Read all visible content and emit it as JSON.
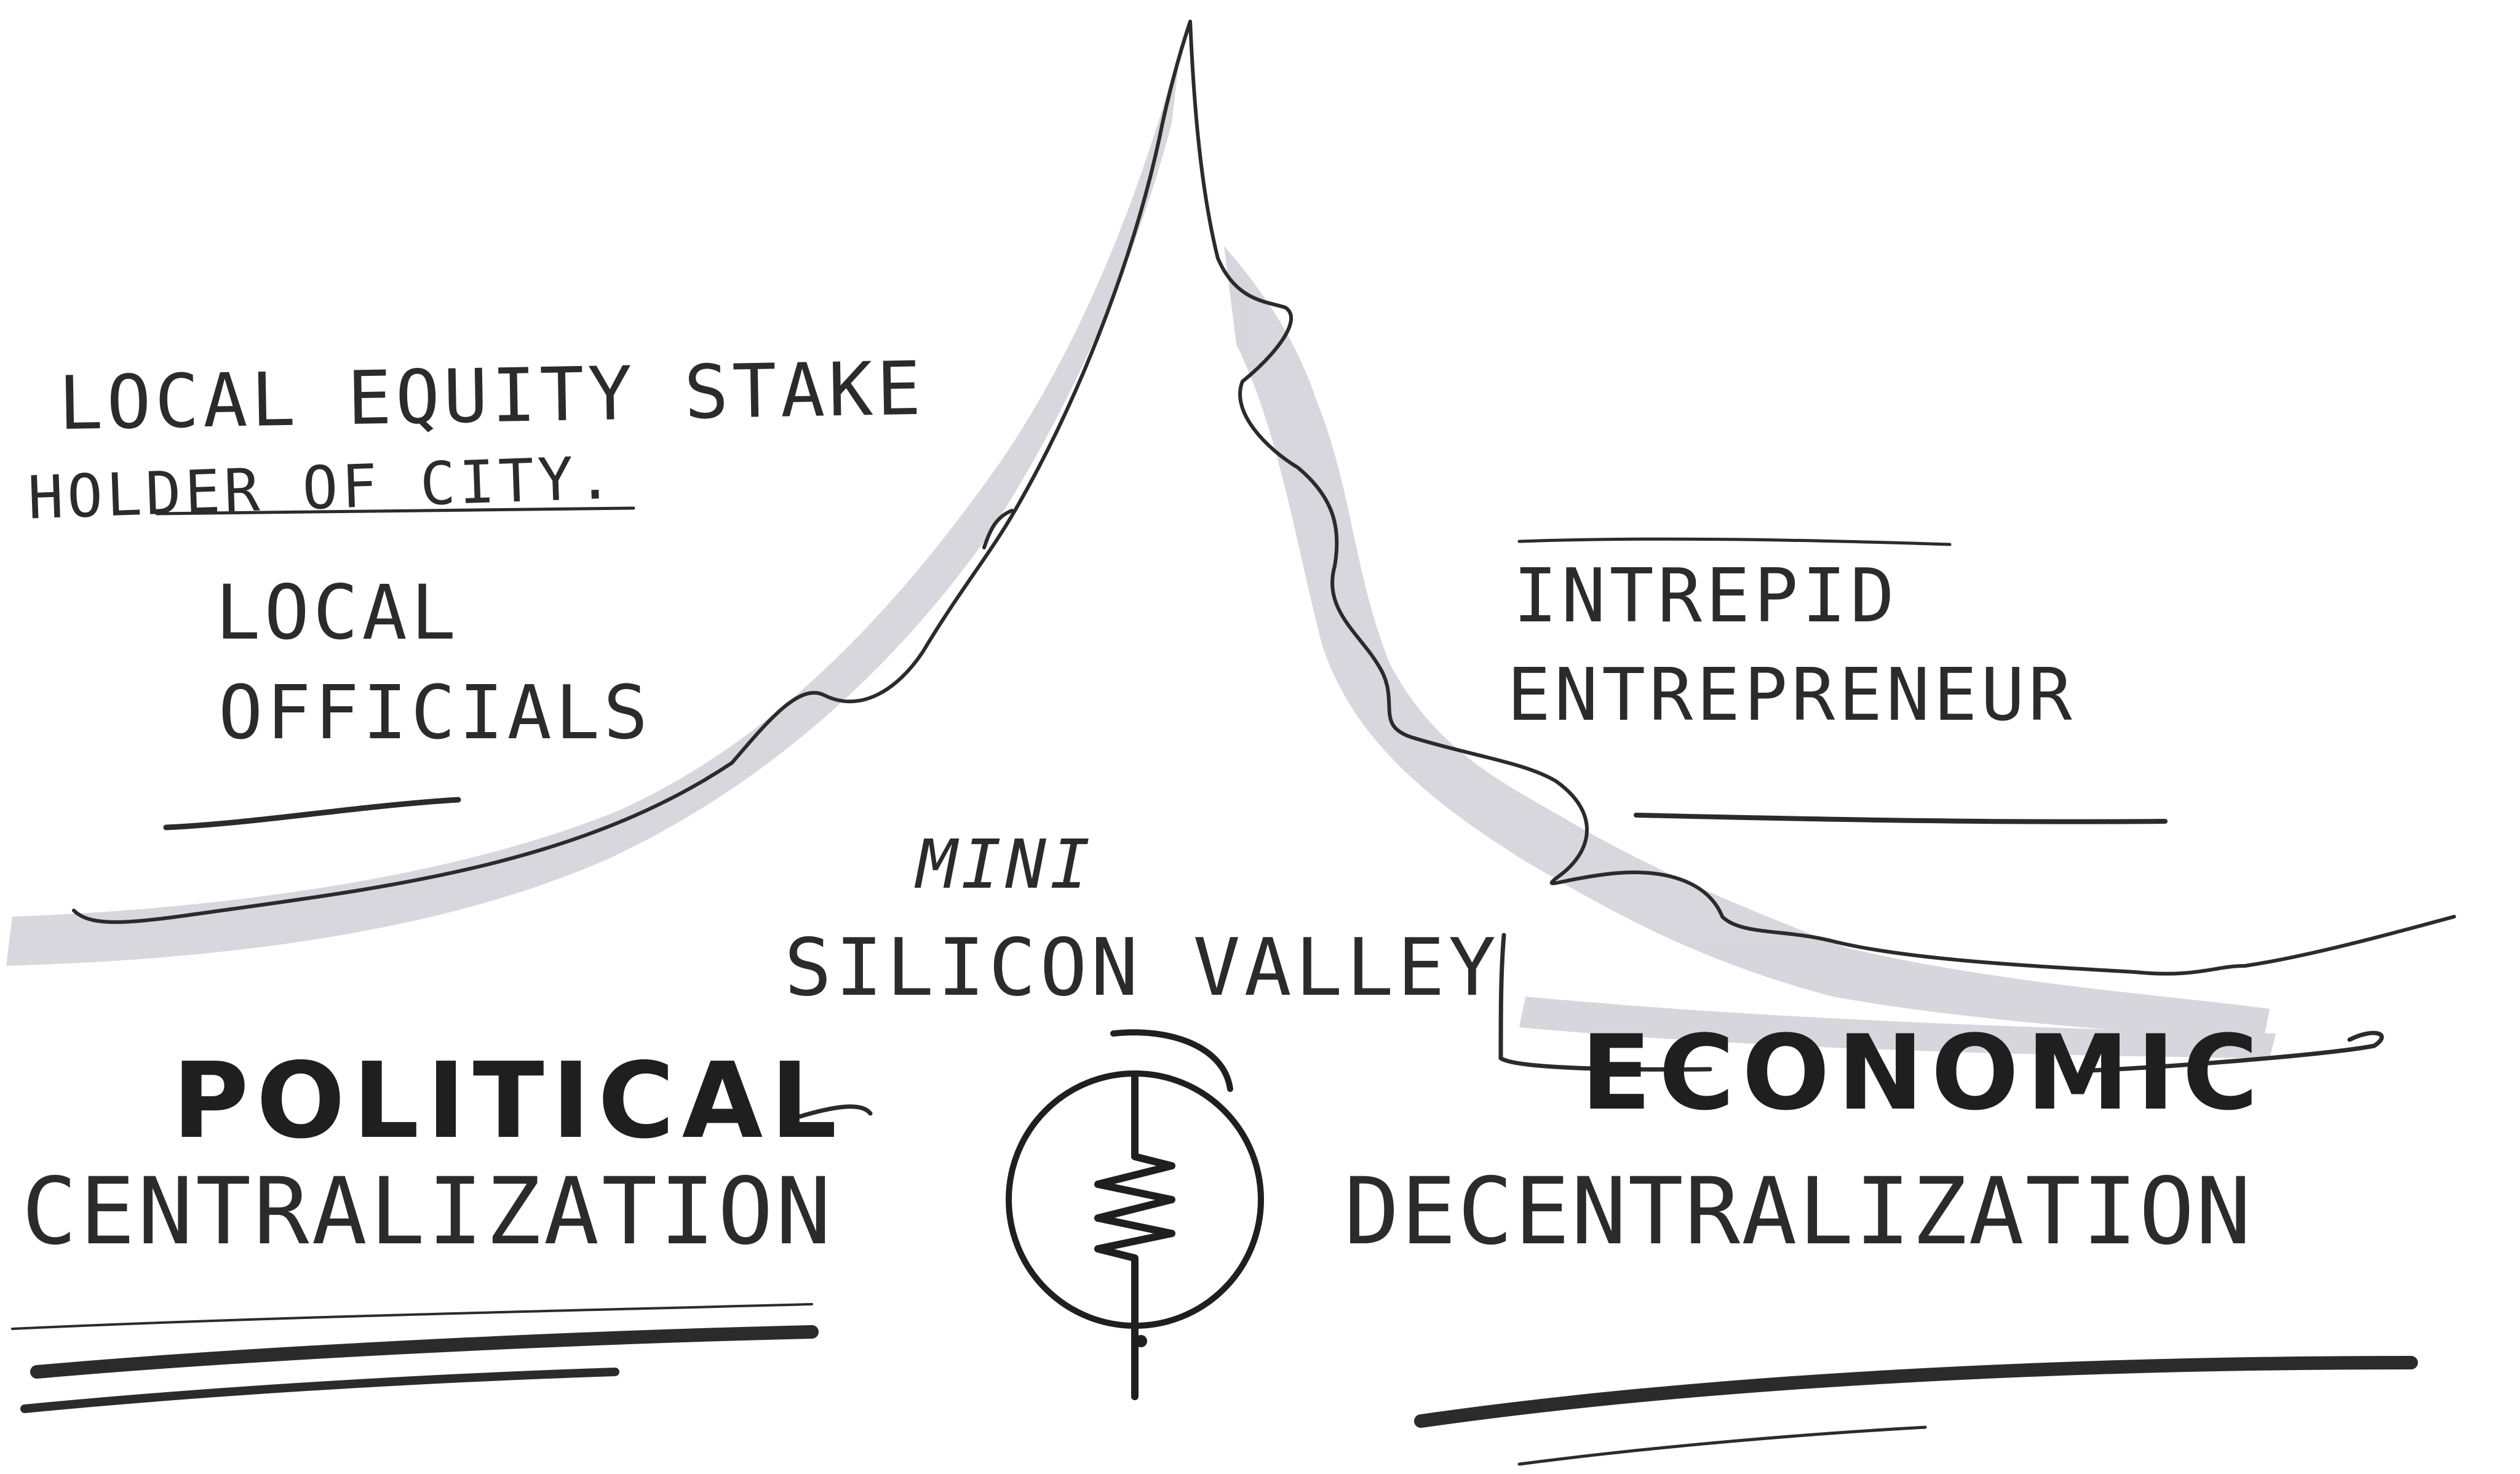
{
  "labels": {
    "local_equity_line1": "LOCAL EQUITY STAKE",
    "local_equity_line2": "HOLDER OF CITY.",
    "local_officials_line1": "LOCAL",
    "local_officials_line2": "OFFICIALS",
    "intrepid_line1": "INTREPID",
    "intrepid_line2": "ENTREPRENEUR",
    "mini_line1": "MINI",
    "mini_line2": "SILICON VALLEY",
    "political": "POLITICAL",
    "centralization": "CENTRALIZATION",
    "economic": "ECONOMIC",
    "decentralization": "DECENTRALIZATION"
  },
  "colors": {
    "ink": "#2b2b2b",
    "shadow": "#c9c9d1"
  },
  "icons": {
    "center_symbol": "resistor-in-circle-icon"
  }
}
